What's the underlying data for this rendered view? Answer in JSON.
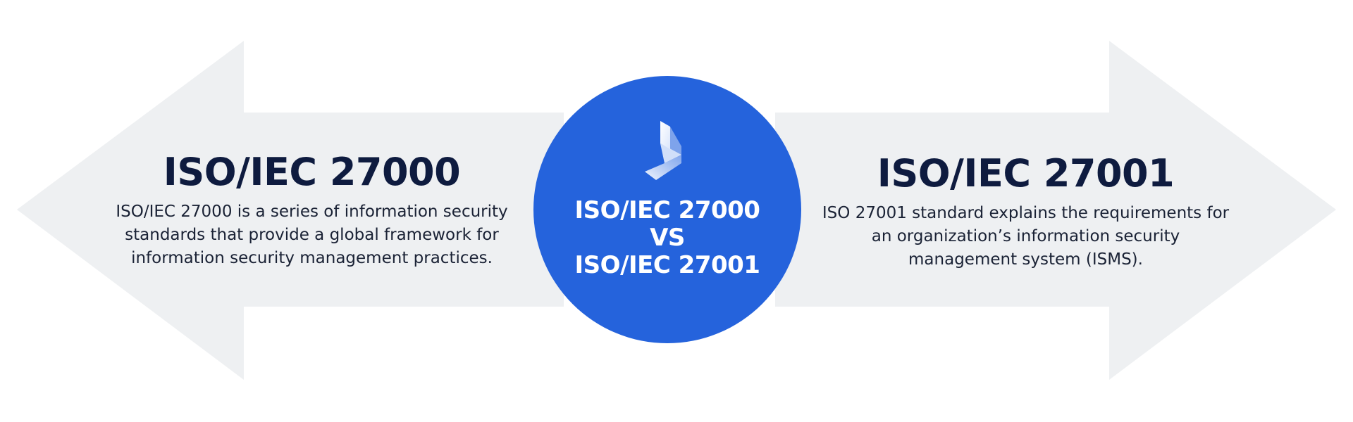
{
  "left": {
    "title": "ISO/IEC 27000",
    "description": "ISO/IEC 27000 is a series of information security standards that provide a global framework for information security management practices."
  },
  "right": {
    "title": "ISO/IEC 27001",
    "description": "ISO 27001 standard explains the requirements for an organization’s information security management system (ISMS)."
  },
  "center": {
    "line1": "ISO/IEC 27000",
    "line2": "VS",
    "line3": "ISO/IEC 27001"
  },
  "colors": {
    "arrow_fill": "#eef0f2",
    "circle_fill": "#2563dc",
    "title_color": "#0e1b3f",
    "center_text": "#ffffff"
  },
  "icons": {
    "logo": "brand-logo-icon"
  }
}
